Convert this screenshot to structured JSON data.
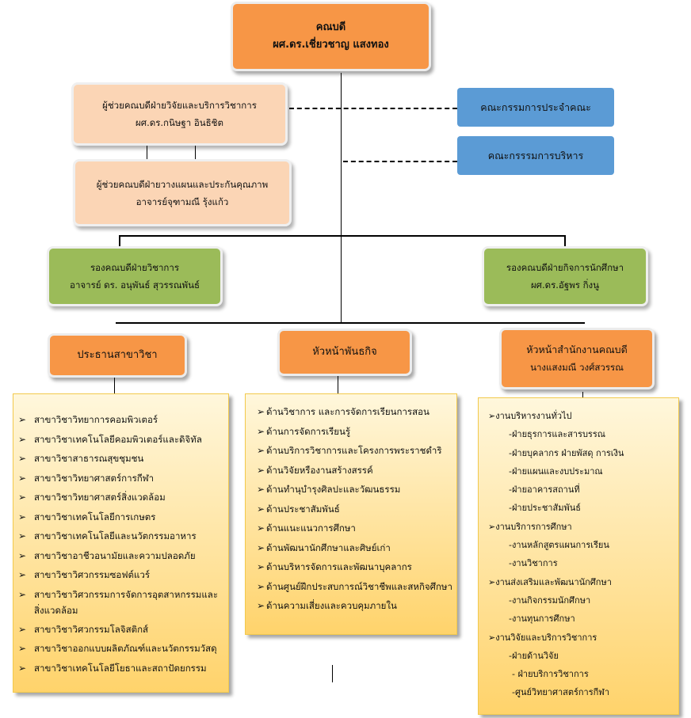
{
  "dean": {
    "title": "คณบดี",
    "name": "ผศ.ดร.เชี่ยวชาญ  แสงทอง"
  },
  "assistant_research": {
    "title": "ผู้ช่วยคณบดีฝ่ายวิจัยและบริการวิชาการ",
    "name": "ผศ.ดร.กนิษฐา  อินธิชิต"
  },
  "assistant_planning": {
    "title": "ผู้ช่วยคณบดีฝ่ายวางแผนและประกันคุณภาพ",
    "name": "อาจารย์จุฑามณี  รุ้งแก้ว"
  },
  "committees": {
    "faculty": "คณะกรรมการประจำคณะ",
    "admin": "คณะกรรรมการบริหาร"
  },
  "vice_academic": {
    "title": "รองคณบดีฝ่ายวิชาการ",
    "name": "อาจารย์ ดร. อนุพันธ์  สุวรรณพันธ์"
  },
  "vice_student": {
    "title": "รองคณบดีฝ่ายกิจการนักศึกษา",
    "name": "ผศ.ดร.อัฐพร   กิ่งนู"
  },
  "program_chair": {
    "title": "ประธานสาขาวิชา"
  },
  "mission_head": {
    "title": "หัวหน้าพันธกิจ"
  },
  "office_head": {
    "title": "หัวหน้าสำนักงานคณบดี",
    "name": "นางแสงมณี วงศ์สวรรณ"
  },
  "programs": [
    "สาขาวิชาวิทยาการคอมพิวเตอร์",
    "สาขาวิชาเทคโนโลยีคอมพิวเตอร์และดิจิทัล",
    "สาขาวิชาสาธารณสุขชุมชน",
    "สาขาวิชาวิทยาศาสตร์การกีฬา",
    "สาขาวิชาวิทยาศาสตร์สิ่งแวดล้อม",
    "สาขาวิชาเทคโนโลยีการเกษตร",
    "สาขาวิชาเทคโนโลยีและนวัตกรรมอาหาร",
    "สาขาวิชาอาชีวอนามัยและความปลอดภัย",
    "สาขาวิชาวิศวกรรมซอฟต์แวร์",
    "สาขาวิชาวิศวกรรมการจัดการอุตสาหกรรมและสิ่งแวดล้อม",
    "สาขาวิชาวิศวกรรมโลจิสติกส์",
    "สาขาวิชาออกแบบผลิตภัณฑ์และนวัตกรรมวัสดุ",
    "สาขาวิชาเทคโนโลยีโยธาและสถาปัตยกรรม"
  ],
  "missions": [
    "ด้านวิชาการ และการจัดการเรียนการสอน",
    "ด้านการจัดการเรียนรู้",
    "ด้านบริการวิชาการและโครงการพระราชดำริ",
    "ด้านวิจัยหรืองานสร้างสรรค์",
    "ด้านทำนุบำรุงศิลปะและวัฒนธรรม",
    "ด้านประชาสัมพันธ์",
    "ด้านแนะแนวการศึกษา",
    "ด้านพัฒนานักศึกษาและศิษย์เก่า",
    "ด้านบริหารจัดการและพัฒนาบุคลากร",
    "ด้านศูนย์ฝึกประสบการณ์วิชาชีพและสหกิจศึกษา",
    "ด้านความเสี่ยงและควบคุมภายใน"
  ],
  "office_groups": [
    {
      "head": "งานบริหารงานทั่วไป",
      "items": [
        "-ฝ่ายธุรการและสารบรรณ",
        "-ฝ่ายบุคลากร ฝ่ายพัสดุ การเงิน",
        "-ฝ่ายแผนและงบประมาณ",
        "-ฝ่ายอาคารสถานที่",
        "-ฝ่ายประชาสัมพันธ์"
      ]
    },
    {
      "head": "งานบริการการศึกษา",
      "items": [
        "-งานหลักสูตรแผนการเรียน",
        "-งานวิชาการ"
      ]
    },
    {
      "head": "งานส่งเสริมและพัฒนานักศึกษา",
      "items": [
        "-งานกิจกรรมนักศึกษา",
        "-งานทุนการศึกษา"
      ]
    },
    {
      "head": "งานวิจัยและบริการวิชาการ",
      "items": [
        "-ฝ่ายด้านวิจัย",
        "- ฝ่ายบริการวิชาการ",
        "-ศูนย์วิทยาศาสตร์การกีฬา"
      ]
    }
  ]
}
